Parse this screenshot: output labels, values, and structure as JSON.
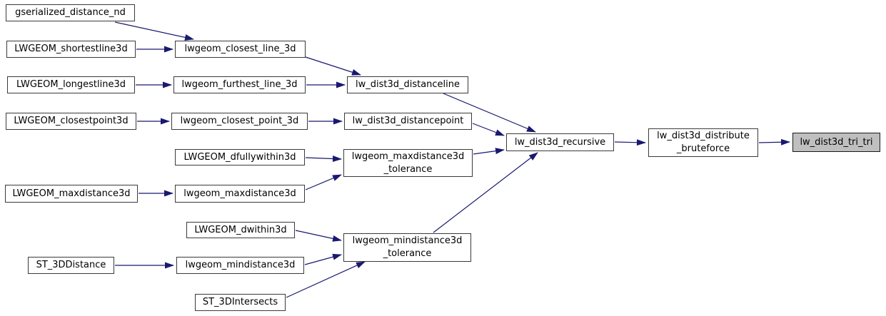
{
  "diagram": {
    "kind": "doxygen-caller-graph",
    "highlighted_node": "lw_dist3d_tri_tri"
  },
  "colors": {
    "edge": "#191970",
    "node_border": "#3a3a3a",
    "node_fill": "#ffffff",
    "highlight_fill": "#bfbfbf",
    "text": "#000000",
    "background": "#ffffff"
  },
  "nodes": [
    {
      "id": "gserialized_distance_nd",
      "label": "gserialized_distance_nd"
    },
    {
      "id": "LWGEOM_shortestline3d",
      "label": "LWGEOM_shortestline3d"
    },
    {
      "id": "LWGEOM_longestline3d",
      "label": "LWGEOM_longestline3d"
    },
    {
      "id": "LWGEOM_closestpoint3d",
      "label": "LWGEOM_closestpoint3d"
    },
    {
      "id": "LWGEOM_maxdistance3d",
      "label": "LWGEOM_maxdistance3d"
    },
    {
      "id": "ST_3DDistance",
      "label": "ST_3DDistance"
    },
    {
      "id": "lwgeom_closest_line_3d",
      "label": "lwgeom_closest_line_3d"
    },
    {
      "id": "lwgeom_furthest_line_3d",
      "label": "lwgeom_furthest_line_3d"
    },
    {
      "id": "lwgeom_closest_point_3d",
      "label": "lwgeom_closest_point_3d"
    },
    {
      "id": "LWGEOM_dfullywithin3d",
      "label": "LWGEOM_dfullywithin3d"
    },
    {
      "id": "lwgeom_maxdistance3d",
      "label": "lwgeom_maxdistance3d"
    },
    {
      "id": "LWGEOM_dwithin3d",
      "label": "LWGEOM_dwithin3d"
    },
    {
      "id": "lwgeom_mindistance3d",
      "label": "lwgeom_mindistance3d"
    },
    {
      "id": "ST_3DIntersects",
      "label": "ST_3DIntersects"
    },
    {
      "id": "lw_dist3d_distanceline",
      "label": "lw_dist3d_distanceline"
    },
    {
      "id": "lw_dist3d_distancepoint",
      "label": "lw_dist3d_distancepoint"
    },
    {
      "id": "lwgeom_maxdistance3d_tolerance",
      "label": "lwgeom_maxdistance3d\n_tolerance"
    },
    {
      "id": "lwgeom_mindistance3d_tolerance",
      "label": "lwgeom_mindistance3d\n_tolerance"
    },
    {
      "id": "lw_dist3d_recursive",
      "label": "lw_dist3d_recursive"
    },
    {
      "id": "lw_dist3d_distribute_bruteforce",
      "label": "lw_dist3d_distribute\n_bruteforce"
    },
    {
      "id": "lw_dist3d_tri_tri",
      "label": "lw_dist3d_tri_tri"
    }
  ],
  "edges": [
    {
      "from": "gserialized_distance_nd",
      "to": "lwgeom_closest_line_3d"
    },
    {
      "from": "LWGEOM_shortestline3d",
      "to": "lwgeom_closest_line_3d"
    },
    {
      "from": "LWGEOM_longestline3d",
      "to": "lwgeom_furthest_line_3d"
    },
    {
      "from": "LWGEOM_closestpoint3d",
      "to": "lwgeom_closest_point_3d"
    },
    {
      "from": "lwgeom_closest_line_3d",
      "to": "lw_dist3d_distanceline"
    },
    {
      "from": "lwgeom_furthest_line_3d",
      "to": "lw_dist3d_distanceline"
    },
    {
      "from": "lwgeom_closest_point_3d",
      "to": "lw_dist3d_distancepoint"
    },
    {
      "from": "lw_dist3d_distanceline",
      "to": "lw_dist3d_recursive"
    },
    {
      "from": "lw_dist3d_distancepoint",
      "to": "lw_dist3d_recursive"
    },
    {
      "from": "LWGEOM_dfullywithin3d",
      "to": "lwgeom_maxdistance3d_tolerance"
    },
    {
      "from": "LWGEOM_maxdistance3d",
      "to": "lwgeom_maxdistance3d"
    },
    {
      "from": "lwgeom_maxdistance3d",
      "to": "lwgeom_maxdistance3d_tolerance"
    },
    {
      "from": "lwgeom_maxdistance3d_tolerance",
      "to": "lw_dist3d_recursive"
    },
    {
      "from": "LWGEOM_dwithin3d",
      "to": "lwgeom_mindistance3d_tolerance"
    },
    {
      "from": "ST_3DDistance",
      "to": "lwgeom_mindistance3d"
    },
    {
      "from": "lwgeom_mindistance3d",
      "to": "lwgeom_mindistance3d_tolerance"
    },
    {
      "from": "ST_3DIntersects",
      "to": "lwgeom_mindistance3d_tolerance"
    },
    {
      "from": "lwgeom_mindistance3d_tolerance",
      "to": "lw_dist3d_recursive"
    },
    {
      "from": "lw_dist3d_recursive",
      "to": "lw_dist3d_distribute_bruteforce"
    },
    {
      "from": "lw_dist3d_distribute_bruteforce",
      "to": "lw_dist3d_tri_tri"
    }
  ]
}
